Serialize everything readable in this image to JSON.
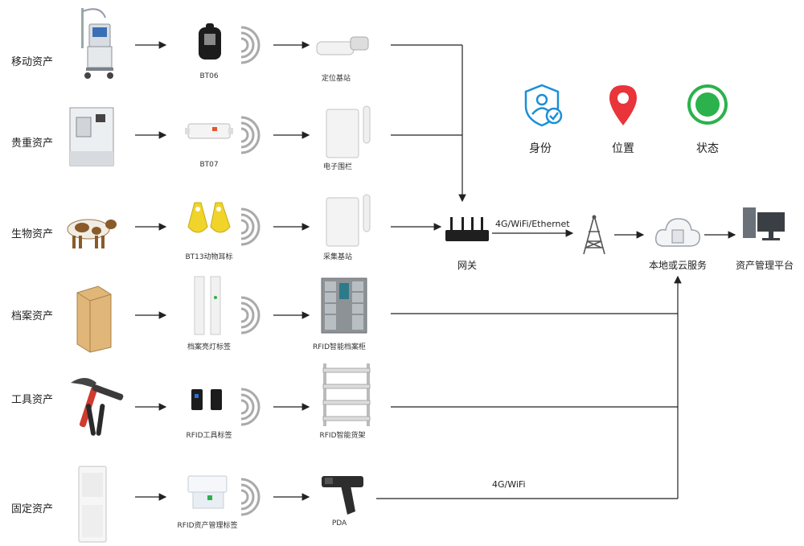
{
  "assets": [
    {
      "label": "移动资产",
      "tag": "BT06",
      "station": "定位基站"
    },
    {
      "label": "贵重资产",
      "tag": "BT07",
      "station": "电子围栏"
    },
    {
      "label": "生物资产",
      "tag": "BT13动物耳标",
      "station": "采集基站"
    },
    {
      "label": "档案资产",
      "tag": "档案亮灯标签",
      "station": "RFID智能档案柜"
    },
    {
      "label": "工具资产",
      "tag": "RFID工具标签",
      "station": "RFID智能货架"
    },
    {
      "label": "固定资产",
      "tag": "RFID资产管理标签",
      "station": "PDA"
    }
  ],
  "gateway": {
    "label": "网关"
  },
  "network_link": {
    "label": "4G/WiFi/Ethernet"
  },
  "pda_link": {
    "label": "4G/WiFi"
  },
  "server": {
    "label": "本地或云服务"
  },
  "platform": {
    "label": "资产管理平台"
  },
  "status_icons": [
    {
      "label": "身份",
      "icon": "identity-shield-icon",
      "color": "#1a8fd8"
    },
    {
      "label": "位置",
      "icon": "location-pin-icon",
      "color": "#e8343a"
    },
    {
      "label": "状态",
      "icon": "status-dot-icon",
      "color": "#2bb24c"
    }
  ]
}
